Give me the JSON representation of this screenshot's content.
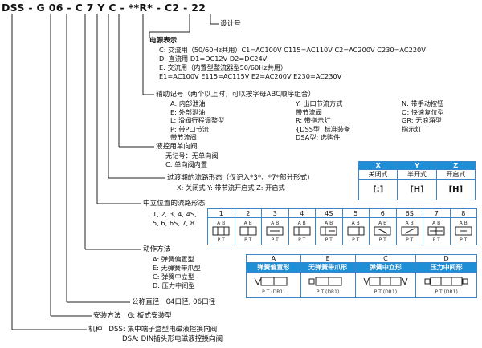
{
  "code_parts": [
    "DSS",
    "-",
    "G",
    "06",
    "-",
    "C",
    "7",
    "Y",
    "C",
    "-",
    "**R*",
    "-",
    "C2",
    "-",
    "22"
  ],
  "design_no": "设计号",
  "power": {
    "title": "电源表示",
    "lines": [
      "C: 交流用（50/60Hz共用）C1=AC100V   C115=AC110V   C2=AC200V   C230=AC220V",
      "D: 直流用                     D1=DC12V   D2=DC24V",
      "E: 交流用（内置型整流器型50/60Hz共用）",
      "                         E1=AC100V   E115=AC115V   E2=AC200V   E230=AC230V"
    ]
  },
  "aux": {
    "title": "辅助记号（两个以上时，可以按字母ABC顺序组合）",
    "col1": [
      "A: 内部泄油",
      "E: 外部泄油",
      "L: 滑阀行程调整型",
      "P: 带P口节流",
      "    带节流阀"
    ],
    "col2": [
      "Y: 出口节流方式",
      "    带节流阀",
      "R: 带指示灯",
      "{DSS型: 标准装备",
      " DSA型: 选购件"
    ],
    "col3": [
      "N:   带手动按钮",
      "Q:   快速复位型",
      "GR: 无浪涌型",
      "      指示灯"
    ]
  },
  "check": {
    "title": "液控用单向阀",
    "lines": [
      "无记号：无单向阀",
      "C: 单向阀内置"
    ]
  },
  "transition": {
    "title": "过渡期的流路形态（仅记入*3*、*7*部分形式）",
    "line": "X: 关闭式   Y: 带节流开启式   Z: 开启式",
    "table": {
      "letters": [
        "X",
        "Y",
        "Z"
      ],
      "names": [
        "关闭式",
        "半开式",
        "开启式"
      ],
      "glyphs": [
        "[:]",
        "[H]",
        "[H]"
      ]
    }
  },
  "neutral": {
    "title": "中立位置的流路形态",
    "lines": [
      "1, 2, 3, 4, 4S,",
      "5, 6, 6S, 7, 8"
    ],
    "codes": [
      "1",
      "2",
      "3",
      "4",
      "4S",
      "5",
      "6",
      "6S",
      "7",
      "8"
    ],
    "port_label": "A  B",
    "port_label2": "P  T"
  },
  "action": {
    "title": "动作方法",
    "lines": [
      "A: 弹簧偏置型",
      "E: 无弹簧带爪型",
      "C: 弹簧中立型",
      "D: 压力中间型"
    ],
    "table": {
      "letters": [
        "A",
        "E",
        "C",
        "D"
      ],
      "names": [
        "弹簧偏置形",
        "无弹簧带爪形",
        "弹簧中立形",
        "压力中间形"
      ],
      "pt_label": "P T (DR1)"
    }
  },
  "size": {
    "title": "公称直径",
    "value": "04口径, 06口径"
  },
  "mount": {
    "title": "安装方法",
    "value": "G: 板式安装型"
  },
  "model": {
    "title": "机种",
    "line1": "DSS: 集中端子盒型电磁液控换向阀",
    "line2": "DSA: DIN插头形电磁液控换向阀"
  }
}
